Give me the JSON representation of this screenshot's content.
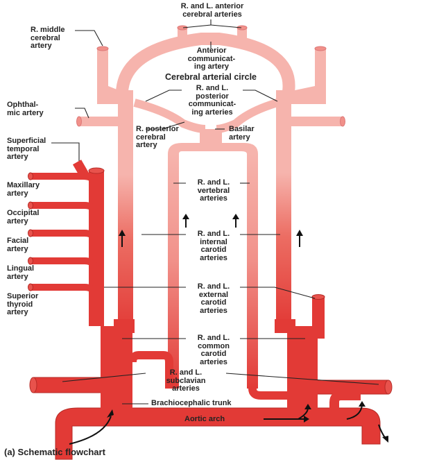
{
  "labels": {
    "anterior_cerebral": "R. and L. anterior\ncerebral arteries",
    "middle_cerebral": "R. middle\ncerebral\nartery",
    "anterior_communicating": "Anterior\ncommunicat-\ning artery",
    "circle_title": "Cerebral arterial circle",
    "posterior_communicating": "R. and L.\nposterior\ncommunicat-\ning arteries",
    "ophthalmic": "Ophthal-\nmic artery",
    "posterior_cerebral": "R. posterior\ncerebral\nartery",
    "basilar": "Basilar\nartery",
    "superficial_temporal": "Superficial\ntemporal\nartery",
    "vertebral": "R. and L.\nvertebral\narteries",
    "maxillary": "Maxillary\nartery",
    "occipital": "Occipital\nartery",
    "facial": "Facial\nartery",
    "lingual": "Lingual\nartery",
    "superior_thyroid": "Superior\nthyroid\nartery",
    "internal_carotid": "R. and L.\ninternal\ncarotid\narteries",
    "external_carotid": "R. and L.\nexternal\ncarotid\narteries",
    "common_carotid": "R. and L.\ncommon\ncarotid\narteries",
    "subclavian": "R. and L.\nsubclavian\narteries",
    "brachiocephalic": "Brachiocephalic trunk",
    "aortic_arch": "Aortic arch"
  },
  "caption": "(a) Schematic flowchart",
  "colors": {
    "artery_dark": "#e23a36",
    "artery_light": "#f6b4ad",
    "outline": "#b52a25",
    "leader": "#222222"
  }
}
